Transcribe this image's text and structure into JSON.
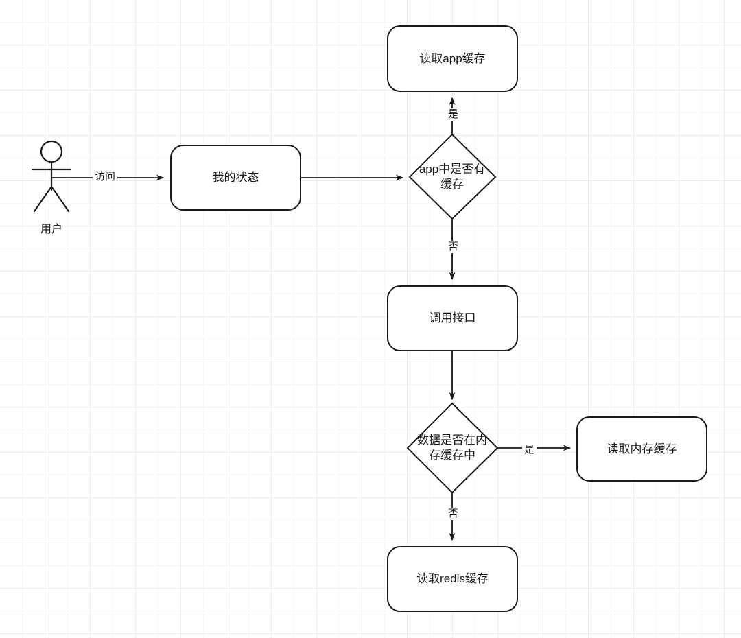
{
  "diagram": {
    "type": "flowchart",
    "background": "#ffffff",
    "grid_color_minor": "#f7f7f7",
    "grid_color_major": "#ececec",
    "stroke_color": "#1a1a1a",
    "fill_color": "#ffffff",
    "nodes": [
      {
        "id": "actor-user",
        "shape": "actor",
        "label": "用户"
      },
      {
        "id": "my-status",
        "shape": "rounded-rect",
        "label": "我的状态"
      },
      {
        "id": "app-cache-decision",
        "shape": "diamond",
        "label": "app中是否有\n缓存"
      },
      {
        "id": "read-app-cache",
        "shape": "rounded-rect",
        "label": "读取app缓存"
      },
      {
        "id": "call-interface",
        "shape": "rounded-rect",
        "label": "调用接口"
      },
      {
        "id": "memory-cache-decision",
        "shape": "diamond",
        "label": "数据是否在内\n存缓存中"
      },
      {
        "id": "read-memory-cache",
        "shape": "rounded-rect",
        "label": "读取内存缓存"
      },
      {
        "id": "read-redis-cache",
        "shape": "rounded-rect",
        "label": "读取redis缓存"
      }
    ],
    "edges": [
      {
        "id": "edge-user-to-my-status",
        "from": "actor-user",
        "to": "my-status",
        "label": "访问"
      },
      {
        "id": "edge-my-status-to-app-decision",
        "from": "my-status",
        "to": "app-cache-decision",
        "label": ""
      },
      {
        "id": "edge-app-decision-yes",
        "from": "app-cache-decision",
        "to": "read-app-cache",
        "label": "是"
      },
      {
        "id": "edge-app-decision-no",
        "from": "app-cache-decision",
        "to": "call-interface",
        "label": "否"
      },
      {
        "id": "edge-call-interface-to-memory-decision",
        "from": "call-interface",
        "to": "memory-cache-decision",
        "label": ""
      },
      {
        "id": "edge-memory-decision-yes",
        "from": "memory-cache-decision",
        "to": "read-memory-cache",
        "label": "是"
      },
      {
        "id": "edge-memory-decision-no",
        "from": "memory-cache-decision",
        "to": "read-redis-cache",
        "label": "否"
      }
    ]
  }
}
